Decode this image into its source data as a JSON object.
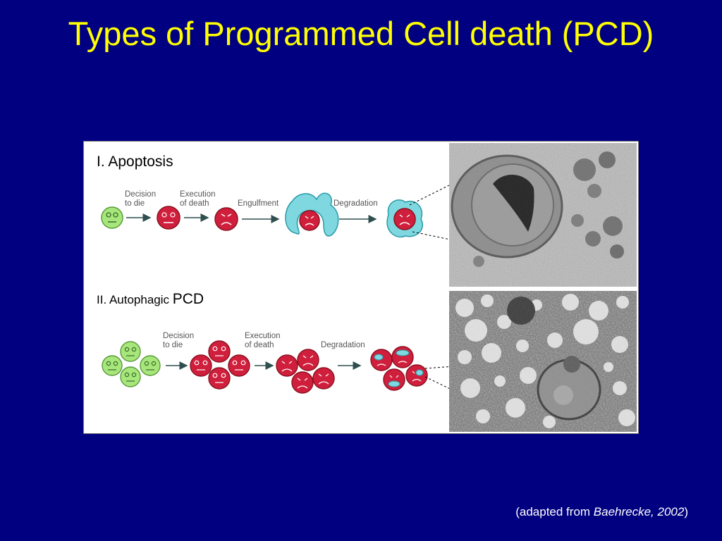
{
  "slide": {
    "title": "Types of Programmed Cell death (PCD)"
  },
  "figure": {
    "apoptosis": {
      "heading": "I. Apoptosis",
      "labels": {
        "decision_line1": "Decision",
        "decision_line2": "to die",
        "execution_line1": "Execution",
        "execution_line2": "of death",
        "engulfment": "Engulfment",
        "degradation": "Degradation"
      }
    },
    "autophagic": {
      "heading_prefix": "II. Autophagic ",
      "heading_suffix": "PCD",
      "labels": {
        "decision_line1": "Decision",
        "decision_line2": "to die",
        "execution_line1": "Execution",
        "execution_line2": "of death",
        "degradation": "Degradation"
      }
    }
  },
  "citation": {
    "prefix": "(adapted from ",
    "author": "Baehrecke, 2002",
    "suffix": ")"
  },
  "colors": {
    "background": "#000080",
    "title": "#ffff00",
    "healthy_cell": "#a6e67a",
    "dying_cell": "#d01f3c",
    "phagocyte": "#7fd8e0"
  }
}
